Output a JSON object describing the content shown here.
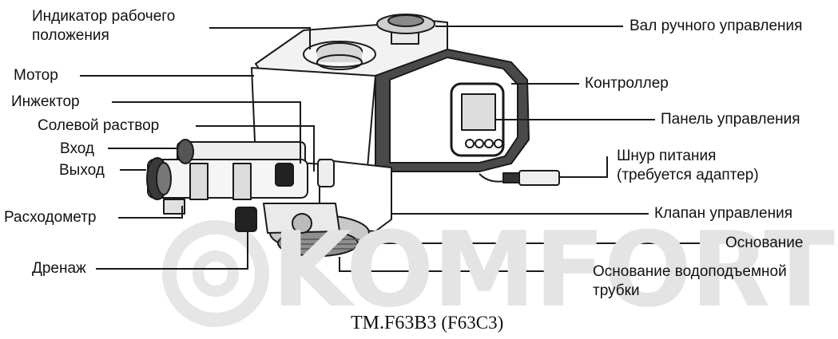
{
  "watermark": "KOMFORT",
  "model": {
    "main": "TM.F63B3",
    "alt": "(F63C3)"
  },
  "labels": {
    "indicator": "Индикатор рабочего\nположения",
    "motor": "Мотор",
    "injector": "Инжектор",
    "brine": "Солевой раствор",
    "inlet": "Вход",
    "outlet": "Выход",
    "flowmeter": "Расходометр",
    "drain": "Дренаж",
    "manual_shaft": "Вал ручного управления",
    "controller": "Контроллер",
    "control_panel": "Панель управления",
    "power_cord": "Шнур питания\n(требуется адаптер)",
    "control_valve": "Клапан управления",
    "base": "Основание",
    "riser_base": "Основание водоподъемной\nтрубки"
  }
}
